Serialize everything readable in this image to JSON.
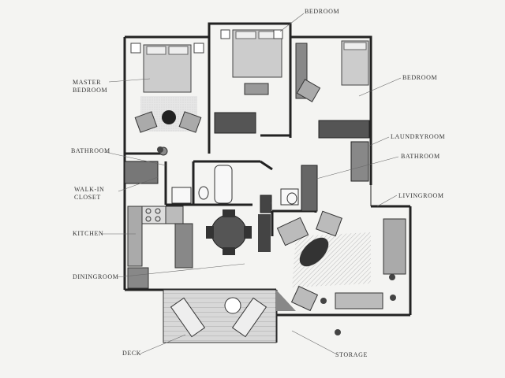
{
  "labels": {
    "bedroom_top": "Bedroom",
    "bedroom_right": "Bedroom",
    "master_bedroom_1": "Master",
    "master_bedroom_2": "Bedroom",
    "laundryroom": "Laundryroom",
    "bathroom_left": "Bathroom",
    "bathroom_right": "Bathroom",
    "walkin_closet_1": "Walk-in",
    "walkin_closet_2": "Closet",
    "livingroom": "Livingroom",
    "kitchen": "Kitchen",
    "diningroom": "Diningroom",
    "deck": "Deck",
    "storage": "Storage"
  }
}
